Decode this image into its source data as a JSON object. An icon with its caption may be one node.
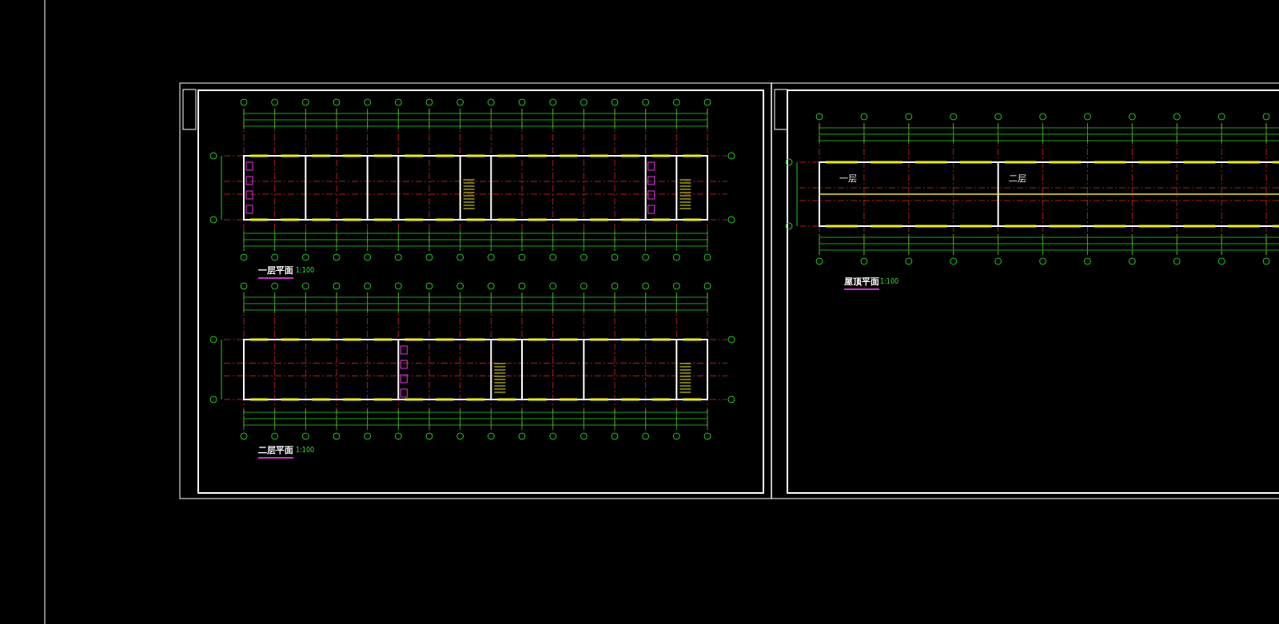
{
  "diagram": {
    "labels": [
      "一层平面",
      "1:100",
      "一层",
      "二层",
      "屋顶平面",
      "1:100",
      "二层平面",
      "1:100"
    ]
  }
}
